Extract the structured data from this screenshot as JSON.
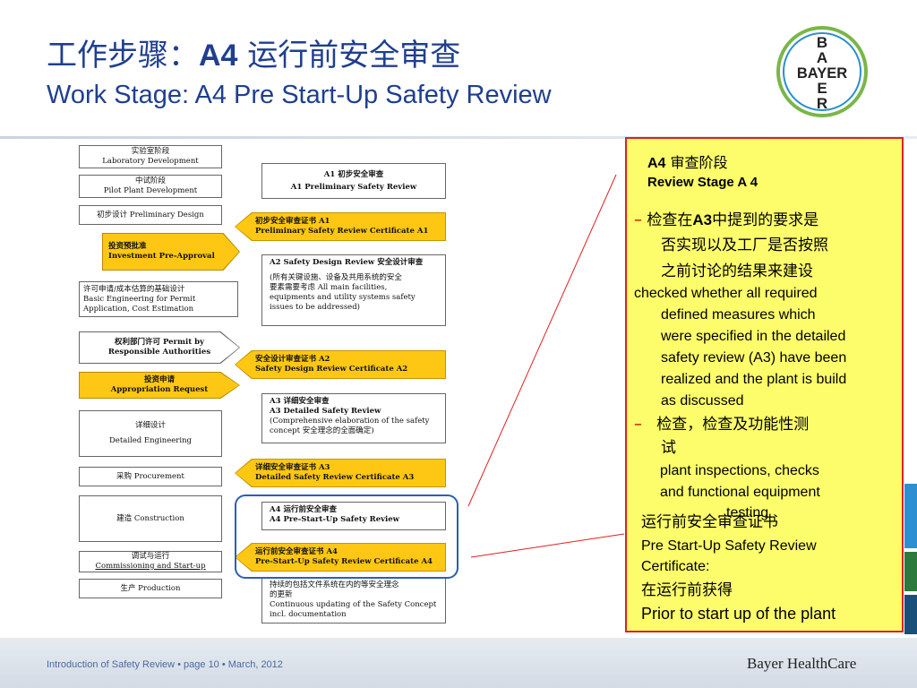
{
  "header": {
    "title_cn_prefix": "工作步骤：",
    "title_cn_code": "A4",
    "title_cn_suffix": " 运行前安全审查",
    "title_en": "Work Stage: A4 Pre Start-Up Safety Review"
  },
  "logo": {
    "letters_vertical": [
      "B",
      "A",
      "Y",
      "E",
      "R"
    ],
    "word": "BAYER",
    "ring_color": "#7ab648",
    "inner_color": "#2a8fd0"
  },
  "colors": {
    "title": "#1f3f8f",
    "flow_yellow": "#fdc713",
    "panel_bg": "#fdfc6b",
    "panel_border": "#e02020",
    "highlight": "#2a5fb5"
  },
  "left_col": {
    "lab": [
      "实验室阶段",
      "Laboratory  Development"
    ],
    "pilot": [
      "中试阶段",
      "Pilot Plant Development"
    ],
    "prelim": "初步设计 Preliminary  Design",
    "invest": [
      "投资预批准",
      "Investment    Pre-Approval"
    ],
    "basic": [
      "许可申请/成本估算的基础设计",
      "Basic Engineering  for Permit",
      "Application, Cost Estimation"
    ],
    "permit": [
      "权利部门许可 Permit by",
      "Responsible Authorities"
    ],
    "approp": [
      "投资申请",
      "Appropriation Request"
    ],
    "detail": [
      "详细设计",
      "Detailed Engineering"
    ],
    "procure": "采购 Procurement",
    "construct": "建造 Construction",
    "commission": [
      "调试与运行",
      "Commissioning and Start-up"
    ],
    "production": "生产 Production"
  },
  "right_col": {
    "a1": [
      "A1  初步安全审查",
      "A1  Preliminary  Safety Review"
    ],
    "cert_a1": [
      "初步安全审查证书 A1",
      "Preliminary  Safety Review  Certificate  A1"
    ],
    "a2": [
      "A2   Safety Design Review  安全设计审查",
      "(所有关键设施、设备及共用系统的安全",
      "要素需要考虑 All main facilities,",
      "equipments  and utility systems safety",
      "issues to be addressed)"
    ],
    "cert_a2": [
      "安全设计审查证书 A2",
      "Safety Design Review  Certificate  A2"
    ],
    "a3": [
      "A3 详细安全审查",
      "A3 Detailed Safety Review",
      "(Comprehensive  elaboration  of the safety",
      "concept 安全理念的全面确定)"
    ],
    "cert_a3": [
      "详细安全审查证书 A3",
      "Detailed  Safety Review Certificate  A3"
    ],
    "a4": [
      "A4 运行前安全审查",
      "A4 Pre-Start-Up  Safety Review"
    ],
    "cert_a4": [
      "运行前安全审查证书 A4",
      "Pre-Start-Up  Safety Review  Certificate  A4"
    ],
    "update": [
      "持续的包括文件系统在内的等安全理念",
      "的更新",
      "Continuous updating of the Safety Concept",
      "incl. documentation"
    ]
  },
  "panel": {
    "h1_code": "A4",
    "h1_cn": " 审查阶段",
    "h2": "Review Stage A 4",
    "dash": "–",
    "b1_cn_a": "检查在",
    "b1_cn_code": "A3",
    "b1_cn_b": "中提到的要求是",
    "b1_cn_c": "否实现以及工厂是否按照",
    "b1_cn_d": "之前讨论的结果来建设",
    "b1_en": [
      "checked whether all required",
      "defined measures which",
      "were specified in the detailed",
      "safety review (A3) have been",
      "realized and the plant is build",
      "as discussed"
    ],
    "b2_cn_a": "检查，检查及功能性测",
    "b2_cn_b": "试",
    "b2_en": [
      "plant inspections, checks",
      "and functional equipment",
      "testing"
    ],
    "cert_cn": "运行前安全审查证书",
    "cert_en": [
      "Pre Start-Up Safety Review",
      "Certificate:"
    ],
    "obtain_cn": "在运行前获得",
    "obtain_en": "Prior to start up of the plant"
  },
  "footer": {
    "text": "Introduction of Safety Review • page 10 • March, 2012",
    "brand": "Bayer HealthCare"
  }
}
